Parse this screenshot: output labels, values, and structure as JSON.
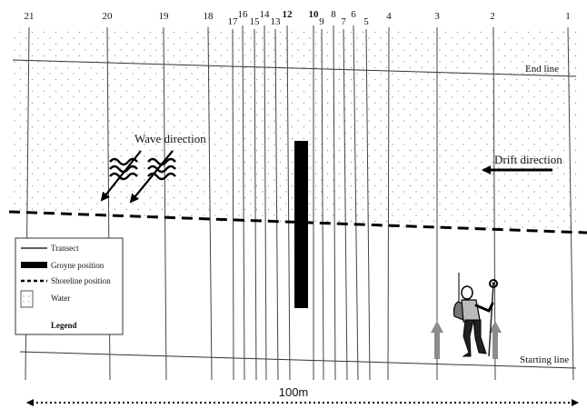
{
  "transect_labels": [
    "1",
    "2",
    "3",
    "4",
    "5",
    "6",
    "7",
    "8",
    "9",
    "10",
    "12",
    "13",
    "14",
    "15",
    "16",
    "17",
    "18",
    "19",
    "20",
    "21"
  ],
  "end_line_label": "End line",
  "starting_line_label": "Starting line",
  "wave_direction_label": "Wave direction",
  "drift_direction_label": "Drift direction",
  "distance_label": "100m",
  "legend": {
    "transect": "Transect",
    "groyne": "Groyne position",
    "shoreline": "Shoreline position",
    "water": "Water",
    "title": "Legend"
  },
  "colors": {
    "line": "#333333",
    "water_dots": "#9a9a9a",
    "groyne": "#000000",
    "survey_arrow": "#8c8c8c"
  },
  "icons": [
    "wave-icon",
    "surveyor-icon",
    "gps-pole-icon"
  ]
}
